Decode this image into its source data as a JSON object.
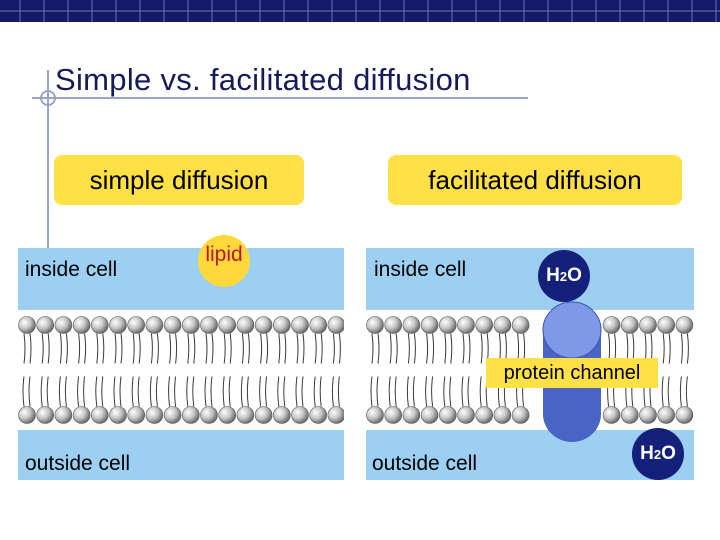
{
  "slide": {
    "title": "Simple vs. facilitated diffusion",
    "colors": {
      "header_bar": "#141a6a",
      "title": "#151b5a",
      "label_box": "#ffe046",
      "panel": "#9ccff2",
      "molecule": "#14207a",
      "lipid_text": "#c0151c"
    }
  },
  "simple": {
    "heading": "simple diffusion",
    "inside_label": "inside cell",
    "outside_label": "outside cell",
    "lipid_label": "lipid"
  },
  "facilitated": {
    "heading": "facilitated diffusion",
    "inside_label": "inside cell",
    "outside_label": "outside cell",
    "channel_label": "protein channel",
    "molecule_prefix": "H",
    "molecule_subscript": "2",
    "molecule_suffix": "O"
  }
}
